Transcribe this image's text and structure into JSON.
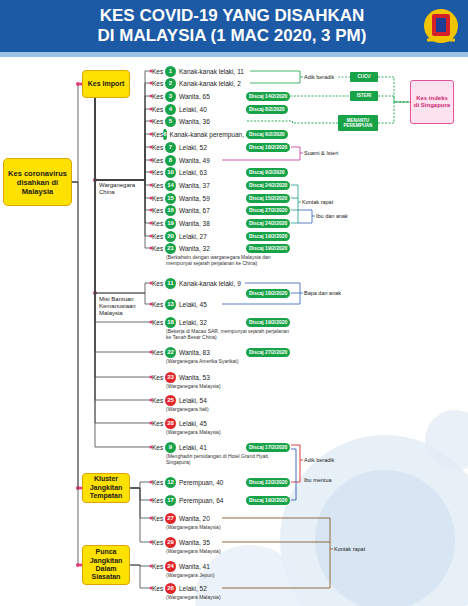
{
  "diagram": {
    "title": "KES COVID-19 YANG DISAHKAN DI MALAYSIA (1 MAC 2020, 3 PM)",
    "nodes": [
      {
        "text": [
          "Kes coronavirus disahkan di Malaysia"
        ]
      },
      {
        "text": [
          "Kes Import"
        ]
      },
      {
        "text": [
          "Kes",
          "1",
          "Kanak-kanak lelaki, 11"
        ]
      },
      {
        "text": [
          "Kes",
          "2",
          "Kanak-kanak lelaki, 2"
        ]
      },
      {
        "text": [
          "Kes",
          "3",
          "Wanita, 65"
        ]
      },
      {
        "text": [
          "Discaj 14/2/2020"
        ]
      },
      {
        "text": [
          "Kes",
          "4",
          "Lelaki, 40"
        ]
      },
      {
        "text": [
          "Discaj 8/2/2020"
        ]
      },
      {
        "text": [
          "Kes",
          "5",
          "Wanita, 36"
        ]
      },
      {
        "text": [
          "Kes",
          "6",
          "Kanak-kanak perempuan, 4"
        ]
      },
      {
        "text": [
          "Discaj 6/2/2020"
        ]
      },
      {
        "text": [
          "Kes",
          "7",
          "Lelaki, 52"
        ]
      },
      {
        "text": [
          "Discaj 18/2/2020"
        ]
      },
      {
        "text": [
          "Kes",
          "8",
          "Wanita, 49"
        ]
      },
      {
        "text": [
          "Kes",
          "10",
          "Lelaki, 63"
        ]
      },
      {
        "text": [
          "Discaj 9/2/2020"
        ]
      },
      {
        "text": [
          "Kes",
          "14",
          "Wanita, 37"
        ]
      },
      {
        "text": [
          "Discaj 24/2/2020"
        ]
      },
      {
        "text": [
          "Kes",
          "15",
          "Wanita, 59"
        ]
      },
      {
        "text": [
          "Discaj 15/2/2020"
        ]
      },
      {
        "text": [
          "Kes",
          "16",
          "Wanita, 67"
        ]
      },
      {
        "text": [
          "Discaj 27/2/2020"
        ]
      },
      {
        "text": [
          "Kes",
          "19",
          "Wanita, 38"
        ]
      },
      {
        "text": [
          "Discaj 24/2/2020"
        ]
      },
      {
        "text": [
          "Kes",
          "20",
          "Lelaki, 27"
        ]
      },
      {
        "text": [
          "Discaj 19/2/2020"
        ]
      },
      {
        "text": [
          "Kes",
          "21",
          "Wanita, 32",
          "(Berkahwin dengan warganegara Malaysia dan mempunyai sejarah perjalanan ke China)"
        ]
      },
      {
        "text": [
          "Discaj 19/2/2020"
        ]
      },
      {
        "text": [
          "Kes",
          "11",
          "Kanak-kanak lelaki, 9"
        ]
      },
      {
        "text": [
          "Discaj 18/2/2020"
        ]
      },
      {
        "text": [
          "Kes",
          "13",
          "Lelaki, 45"
        ]
      },
      {
        "text": [
          "Kes",
          "18",
          "Lelaki, 32",
          "(Bekerja di Macao SAR, mempunyai sejarah perjalanan ke Tanah Besar China)"
        ]
      },
      {
        "text": [
          "Discaj 19/2/2020"
        ]
      },
      {
        "text": [
          "Kes",
          "22",
          "Wanita, 83",
          "(Warganegara Amerika Syarikat)"
        ]
      },
      {
        "text": [
          "Discaj 27/2/2020"
        ]
      },
      {
        "text": [
          "Kes",
          "23",
          "Wanita, 53",
          "(Warganegara Malaysia)"
        ]
      },
      {
        "text": [
          "Kes",
          "25",
          "Lelaki, 54",
          "(Warganegara Itali)"
        ]
      },
      {
        "text": [
          "Kes",
          "28",
          "Lelaki, 45",
          "(Warganegara Malaysia)"
        ]
      },
      {
        "text": [
          "Kes",
          "9",
          "Lelaki, 41",
          "(Menghadiri persidangan di Hotel Grand Hyatt, Singapura)"
        ]
      },
      {
        "text": [
          "Discaj 17/2/2020"
        ]
      },
      {
        "text": [
          "Kluster Jangkitan Tempatan"
        ]
      },
      {
        "text": [
          "Kes",
          "12",
          "Perempuan, 40"
        ]
      },
      {
        "text": [
          "Discaj 22/2/2020"
        ]
      },
      {
        "text": [
          "Kes",
          "17",
          "Perempuan, 64"
        ]
      },
      {
        "text": [
          "Discaj 19/2/2020"
        ]
      },
      {
        "text": [
          "Kes",
          "27",
          "Wanita, 20",
          "(Warganegara Malaysia)"
        ]
      },
      {
        "text": [
          "Kes",
          "29",
          "Wanita, 35",
          "(Warganegara Malaysia)"
        ]
      },
      {
        "text": [
          "Punca Jangkitan Dalam Siasatan"
        ]
      },
      {
        "text": [
          "Kes",
          "24",
          "Wanita, 41",
          "(Warganegara Jepun)"
        ]
      },
      {
        "text": [
          "Kes",
          "26",
          "Lelaki, 52",
          "(Warganegara Malaysia)"
        ]
      },
      {
        "text": [
          "CUCU"
        ]
      },
      {
        "text": [
          "ISTERI"
        ]
      },
      {
        "text": [
          "MENANTU PEREMPUAN"
        ]
      },
      {
        "text": [
          "Kes indeks di Singapura"
        ]
      }
    ],
    "edges": [
      {
        "from": 0,
        "to": 1,
        "arrow": "none"
      },
      {
        "from": 0,
        "to": 40,
        "arrow": "none"
      },
      {
        "from": 0,
        "to": 47,
        "arrow": "none"
      },
      {
        "from": 1,
        "to": 2,
        "arrow": "none"
      },
      {
        "from": 1,
        "to": 3,
        "arrow": "none"
      },
      {
        "from": 1,
        "to": 4,
        "arrow": "none"
      },
      {
        "from": 1,
        "to": 6,
        "arrow": "none"
      },
      {
        "from": 1,
        "to": 8,
        "arrow": "none"
      },
      {
        "from": 1,
        "to": 9,
        "arrow": "none"
      },
      {
        "from": 1,
        "to": 11,
        "arrow": "none"
      },
      {
        "from": 1,
        "to": 13,
        "arrow": "none"
      },
      {
        "from": 1,
        "to": 14,
        "arrow": "none"
      },
      {
        "from": 1,
        "to": 16,
        "arrow": "none"
      },
      {
        "from": 1,
        "to": 18,
        "arrow": "none"
      },
      {
        "from": 1,
        "to": 20,
        "arrow": "none"
      },
      {
        "from": 1,
        "to": 22,
        "arrow": "none"
      },
      {
        "from": 1,
        "to": 24,
        "arrow": "none"
      },
      {
        "from": 1,
        "to": 26,
        "arrow": "none"
      },
      {
        "from": 1,
        "to": 28,
        "arrow": "none"
      },
      {
        "from": 1,
        "to": 30,
        "arrow": "none"
      },
      {
        "from": 1,
        "to": 31,
        "arrow": "none"
      },
      {
        "from": 1,
        "to": 33,
        "arrow": "none"
      },
      {
        "from": 1,
        "to": 35,
        "arrow": "none"
      },
      {
        "from": 1,
        "to": 36,
        "arrow": "none"
      },
      {
        "from": 1,
        "to": 37,
        "arrow": "none"
      },
      {
        "from": 1,
        "to": 38,
        "arrow": "none"
      },
      {
        "from": 40,
        "to": 41,
        "arrow": "none"
      },
      {
        "from": 40,
        "to": 43,
        "arrow": "none"
      },
      {
        "from": 40,
        "to": 45,
        "arrow": "none"
      },
      {
        "from": 40,
        "to": 46,
        "arrow": "none"
      },
      {
        "from": 47,
        "to": 48,
        "arrow": "none"
      },
      {
        "from": 47,
        "to": 49,
        "arrow": "none"
      },
      {
        "from": 5,
        "to": 51,
        "arrow": "none"
      },
      {
        "from": 8,
        "to": 52,
        "arrow": "none"
      },
      {
        "from": 50,
        "to": 53,
        "arrow": "none"
      },
      {
        "from": 51,
        "to": 53,
        "arrow": "none"
      },
      {
        "from": 52,
        "to": 53,
        "arrow": "none"
      }
    ],
    "labels": [
      "Adik beradik",
      "Suami & Isteri",
      "Warganegara China",
      "Kontak rapat",
      "Ibu dan anak",
      "Misi Bantuan Kemanusiaan Malaysia",
      "Bapa dan anak",
      "Adik beradik",
      "Ibu mentua",
      "Kontak rapat"
    ]
  }
}
